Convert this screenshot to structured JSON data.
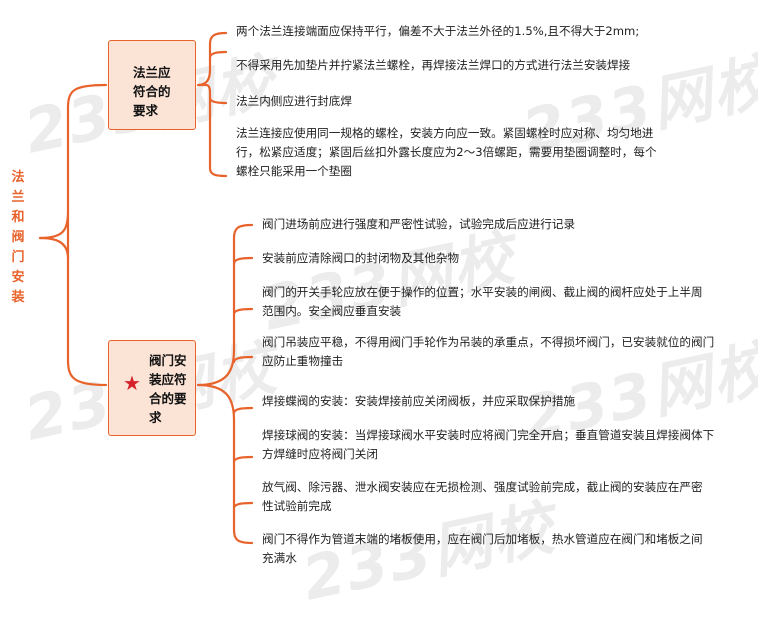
{
  "root": {
    "title_chars": [
      "法",
      "兰",
      "和",
      "阀",
      "门",
      "安",
      "装"
    ]
  },
  "watermark": "233网校",
  "branches": [
    {
      "label_lines": [
        "法兰应",
        "符合的",
        "要求"
      ],
      "items": [
        "两个法兰连接端面应保持平行，偏差不大于法兰外径的1.5%,且不得大于2mm;",
        "不得采用先加垫片并拧紧法兰螺栓，再焊接法兰焊口的方式进行法兰安装焊接",
        "法兰内侧应进行封底焊",
        "法兰连接应使用同一规格的螺栓，安装方向应一致。紧固螺栓时应对称、均匀地进行，松紧应适度；紧固后丝扣外露长度应为2～3倍螺距，需要用垫圈调整时，每个螺栓只能采用一个垫圈"
      ]
    },
    {
      "label_lines": [
        "阀门安",
        "装应符",
        "合的要",
        "求"
      ],
      "star_icon": "star-icon",
      "items": [
        "阀门进场前应进行强度和严密性试验，试验完成后应进行记录",
        "安装前应清除阀口的封闭物及其他杂物",
        "阀门的开关手轮应放在便于操作的位置；水平安装的闸阀、截止阀的阀杆应处于上半周范围内。安全阀应垂直安装",
        "阀门吊装应平稳，不得用阀门手轮作为吊装的承重点，不得损坏阀门，已安装就位的阀门应防止重物撞击",
        "焊接蝶阀的安装：安装焊接前应关闭阀板，并应采取保护措施",
        "焊接球阀的安装：当焊接球阀水平安装时应将阀门完全开启；垂直管道安装且焊接阀体下方焊缝时应将阀门关闭",
        "放气阀、除污器、泄水阀安装应在无损检测、强度试验前完成，截止阀的安装应在严密性试验前完成",
        "阀门不得作为管道末端的堵板使用，应在阀门后加堵板，热水管道应在阀门和堵板之间充满水"
      ]
    }
  ],
  "colors": {
    "accent": "#e8632b",
    "box_fill": "#fbe4d6",
    "star": "#d6212a"
  }
}
